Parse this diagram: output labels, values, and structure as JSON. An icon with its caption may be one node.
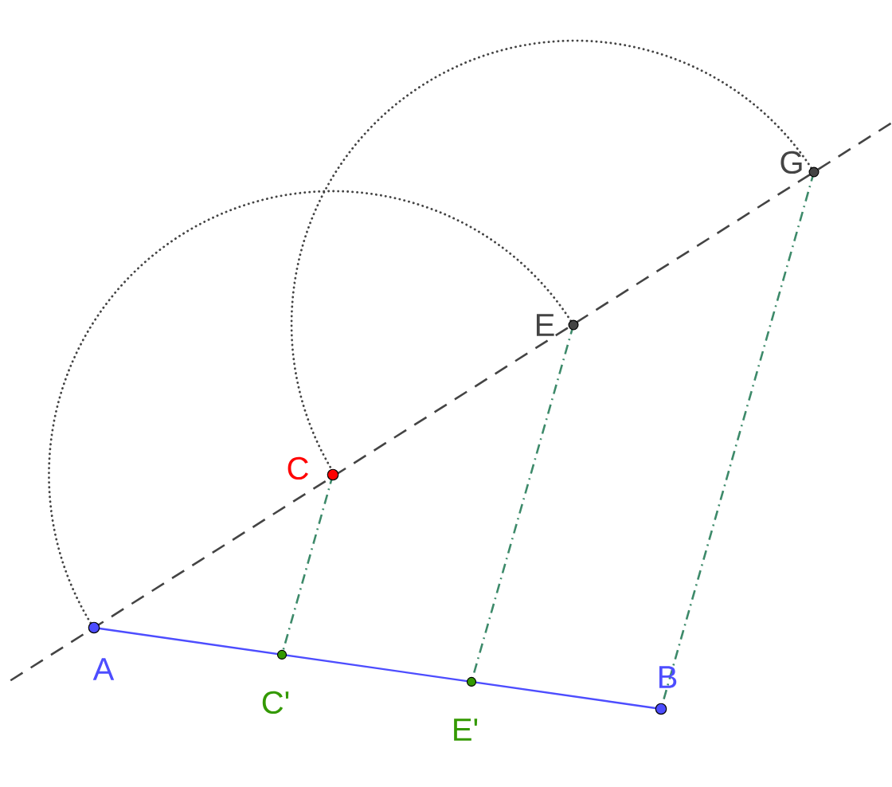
{
  "diagram": {
    "nodes": [
      {
        "text": [
          "G"
        ]
      },
      {
        "text": [
          "E"
        ]
      },
      {
        "text": [
          "C"
        ]
      },
      {
        "text": [
          "A"
        ]
      },
      {
        "text": [
          "B"
        ]
      },
      {
        "text": [
          "C'"
        ]
      },
      {
        "text": [
          "E'"
        ]
      }
    ],
    "edges": [
      {
        "from": 3,
        "to": 4,
        "arrow": "none",
        "color": "#4d4dff"
      },
      {
        "from": 3,
        "to": 0,
        "arrow": "none",
        "style": "dashed",
        "color": "#444444"
      },
      {
        "from": 2,
        "to": 5,
        "arrow": "none",
        "style": "dashed",
        "color": "#3d8a6a"
      },
      {
        "from": 1,
        "to": 6,
        "arrow": "none",
        "style": "dashed",
        "color": "#3d8a6a"
      },
      {
        "from": 0,
        "to": 4,
        "arrow": "none",
        "style": "dashed",
        "color": "#3d8a6a"
      }
    ]
  }
}
